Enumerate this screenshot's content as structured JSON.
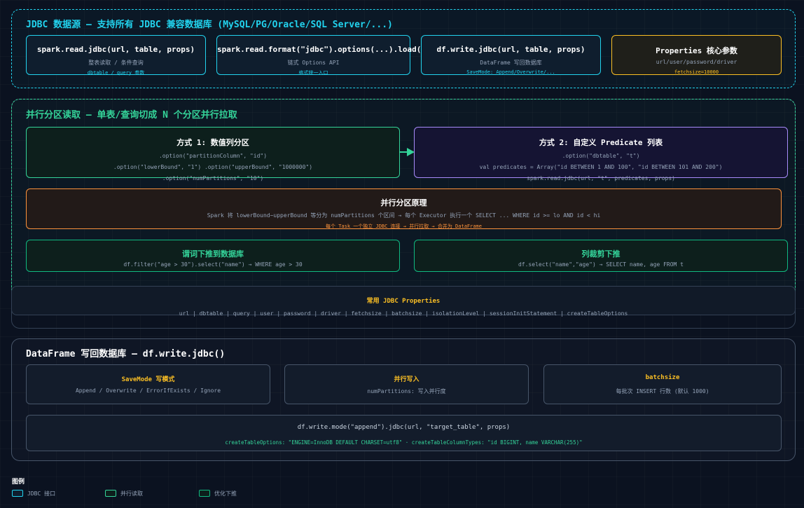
{
  "jdbc_section": {
    "title": "JDBC 数据源 — 支持所有 JDBC 兼容数据库 (MySQL/PG/Oracle/SQL Server/...)",
    "cards": [
      {
        "title": "spark.read.jdbc(url, table, props)",
        "desc": "整表读取 / 条件查询",
        "hint": "dbtable / query 参数"
      },
      {
        "title": "spark.read.format(\"jdbc\").options(...).load()",
        "desc": "链式 Options API",
        "hint": "格式统一入口"
      },
      {
        "title": "df.write.jdbc(url, table, props)",
        "desc": "DataFrame 写回数据库",
        "hint": "SaveMode: Append/Overwrite/..."
      },
      {
        "title": "Properties 核心参数",
        "desc": "url/user/password/driver",
        "hint": "fetchsize=10000"
      }
    ]
  },
  "partition_section": {
    "title": "并行分区读取 — 单表/查询切成 N 个分区并行拉取",
    "method1": {
      "title": "方式 1: 数值列分区",
      "lines": [
        ".option(\"partitionColumn\", \"id\")",
        ".option(\"lowerBound\", \"1\") .option(\"upperBound\", \"1000000\")",
        ".option(\"numPartitions\", \"10\")"
      ]
    },
    "method2": {
      "title": "方式 2: 自定义 Predicate 列表",
      "lines": [
        ".option(\"dbtable\", \"t\")",
        "val predicates = Array(\"id BETWEEN 1 AND 100\", \"id BETWEEN 101 AND 200\")",
        "spark.read.jdbc(url, \"t\", predicates, props)"
      ]
    },
    "principle": {
      "title": "并行分区原理",
      "desc": "Spark 将 lowerBound~upperBound 等分为 numPartitions 个区间 → 每个 Executor 执行一个 SELECT ... WHERE id >= lo AND id < hi",
      "hint": "每个 Task 一个独立 JDBC 连接 → 并行拉取 → 合并为 DataFrame"
    },
    "pushdown_pred": {
      "title": "谓词下推到数据库",
      "desc": "df.filter(\"age > 30\").select(\"name\") → WHERE age > 30"
    },
    "pushdown_col": {
      "title": "列裁剪下推",
      "desc": "df.select(\"name\",\"age\") → SELECT name, age FROM t"
    },
    "properties": {
      "title": "常用 JDBC Properties",
      "desc": "url | dbtable | query | user | password | driver | fetchsize | batchsize | isolationLevel | sessionInitStatement | createTableOptions"
    }
  },
  "write_section": {
    "title": "DataFrame 写回数据库 — df.write.jdbc()",
    "cards": [
      {
        "title": "SaveMode 写模式",
        "desc": "Append / Overwrite / ErrorIfExists / Ignore"
      },
      {
        "title": "并行写入",
        "desc": "numPartitions: 写入并行度"
      },
      {
        "title": "batchsize",
        "desc": "每批次 INSERT 行数 (默认 1000)"
      }
    ],
    "code": "df.write.mode(\"append\").jdbc(url, \"target_table\", props)",
    "code_hint": "createTableOptions: \"ENGINE=InnoDB DEFAULT CHARSET=utf8\" · createTableColumnTypes: \"id BIGINT, name VARCHAR(255)\""
  },
  "legend": {
    "title": "图例",
    "items": [
      {
        "label": "JDBC 接口",
        "color": "#22d3ee"
      },
      {
        "label": "并行读取",
        "color": "#34d399"
      },
      {
        "label": "优化下推",
        "color": "#10b981"
      }
    ]
  },
  "colors": {
    "background": "#0b1220",
    "cyan": "#22d3ee",
    "green": "#34d399",
    "purple": "#a78bfa",
    "orange": "#fb923c",
    "yellow": "#fbbf24"
  }
}
